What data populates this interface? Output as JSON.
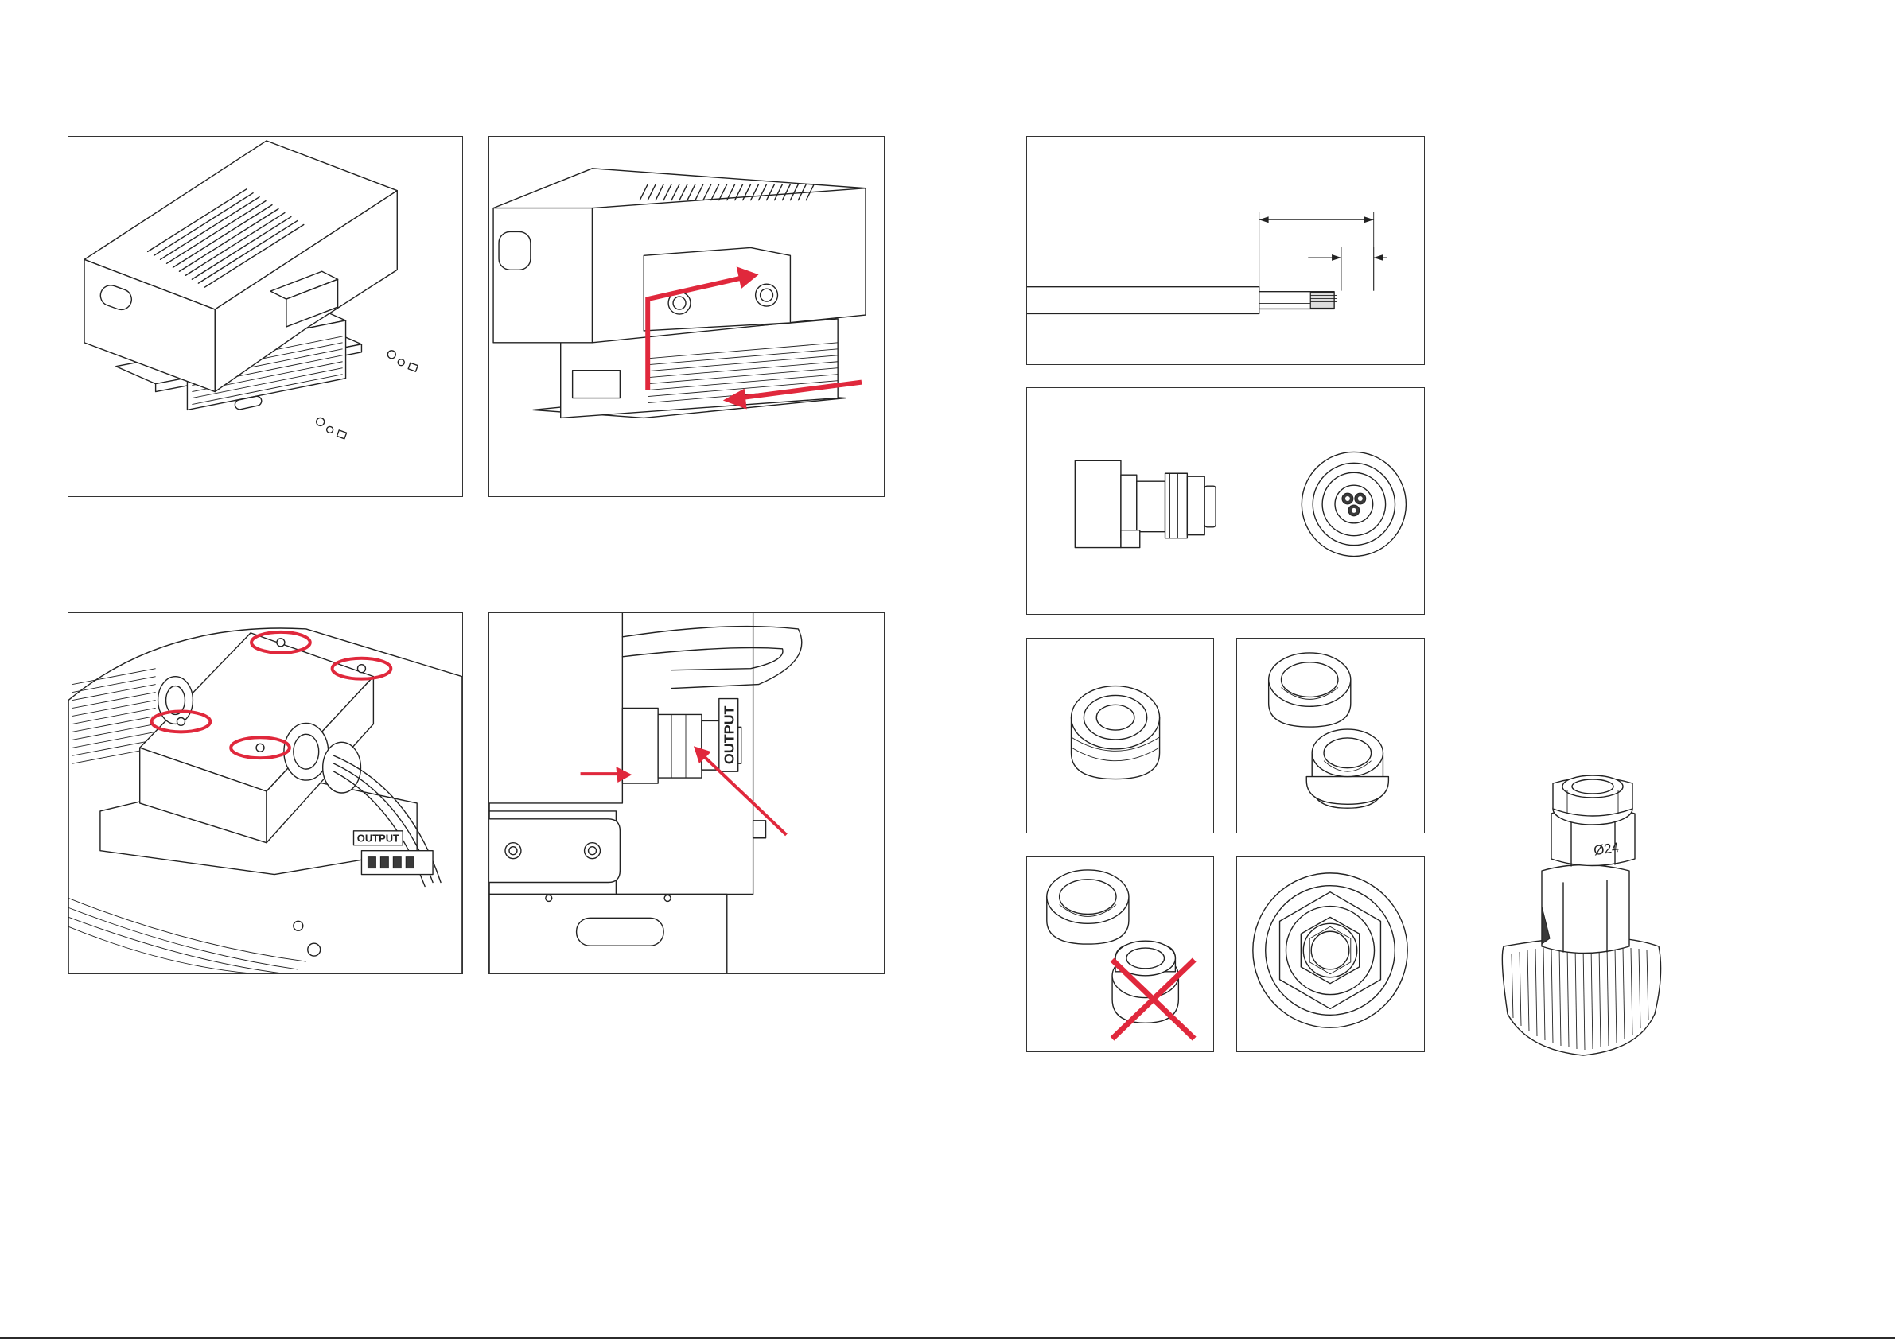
{
  "panels": {
    "p1": {
      "kind": "driver-unit-exploded"
    },
    "p2": {
      "kind": "driver-unit-slide-out"
    },
    "p3": {
      "output_label": "OUTPUT",
      "highlighted_screws": 4
    },
    "p4": {
      "output_label": "OUTPUT"
    },
    "p5": {
      "kind": "cable-strip-lengths"
    },
    "p6": {
      "kind": "connector-front-and-side"
    },
    "p7": {
      "kind": "seal-single"
    },
    "p8": {
      "kind": "seal-two-parts"
    },
    "p9": {
      "kind": "seal-wrong-orientation"
    },
    "p10": {
      "kind": "seal-top-view"
    },
    "p11": {
      "diameter_label": "Ø24"
    }
  },
  "colors": {
    "line": "#222222",
    "accent_red": "#e0283c",
    "border": "#333333"
  }
}
